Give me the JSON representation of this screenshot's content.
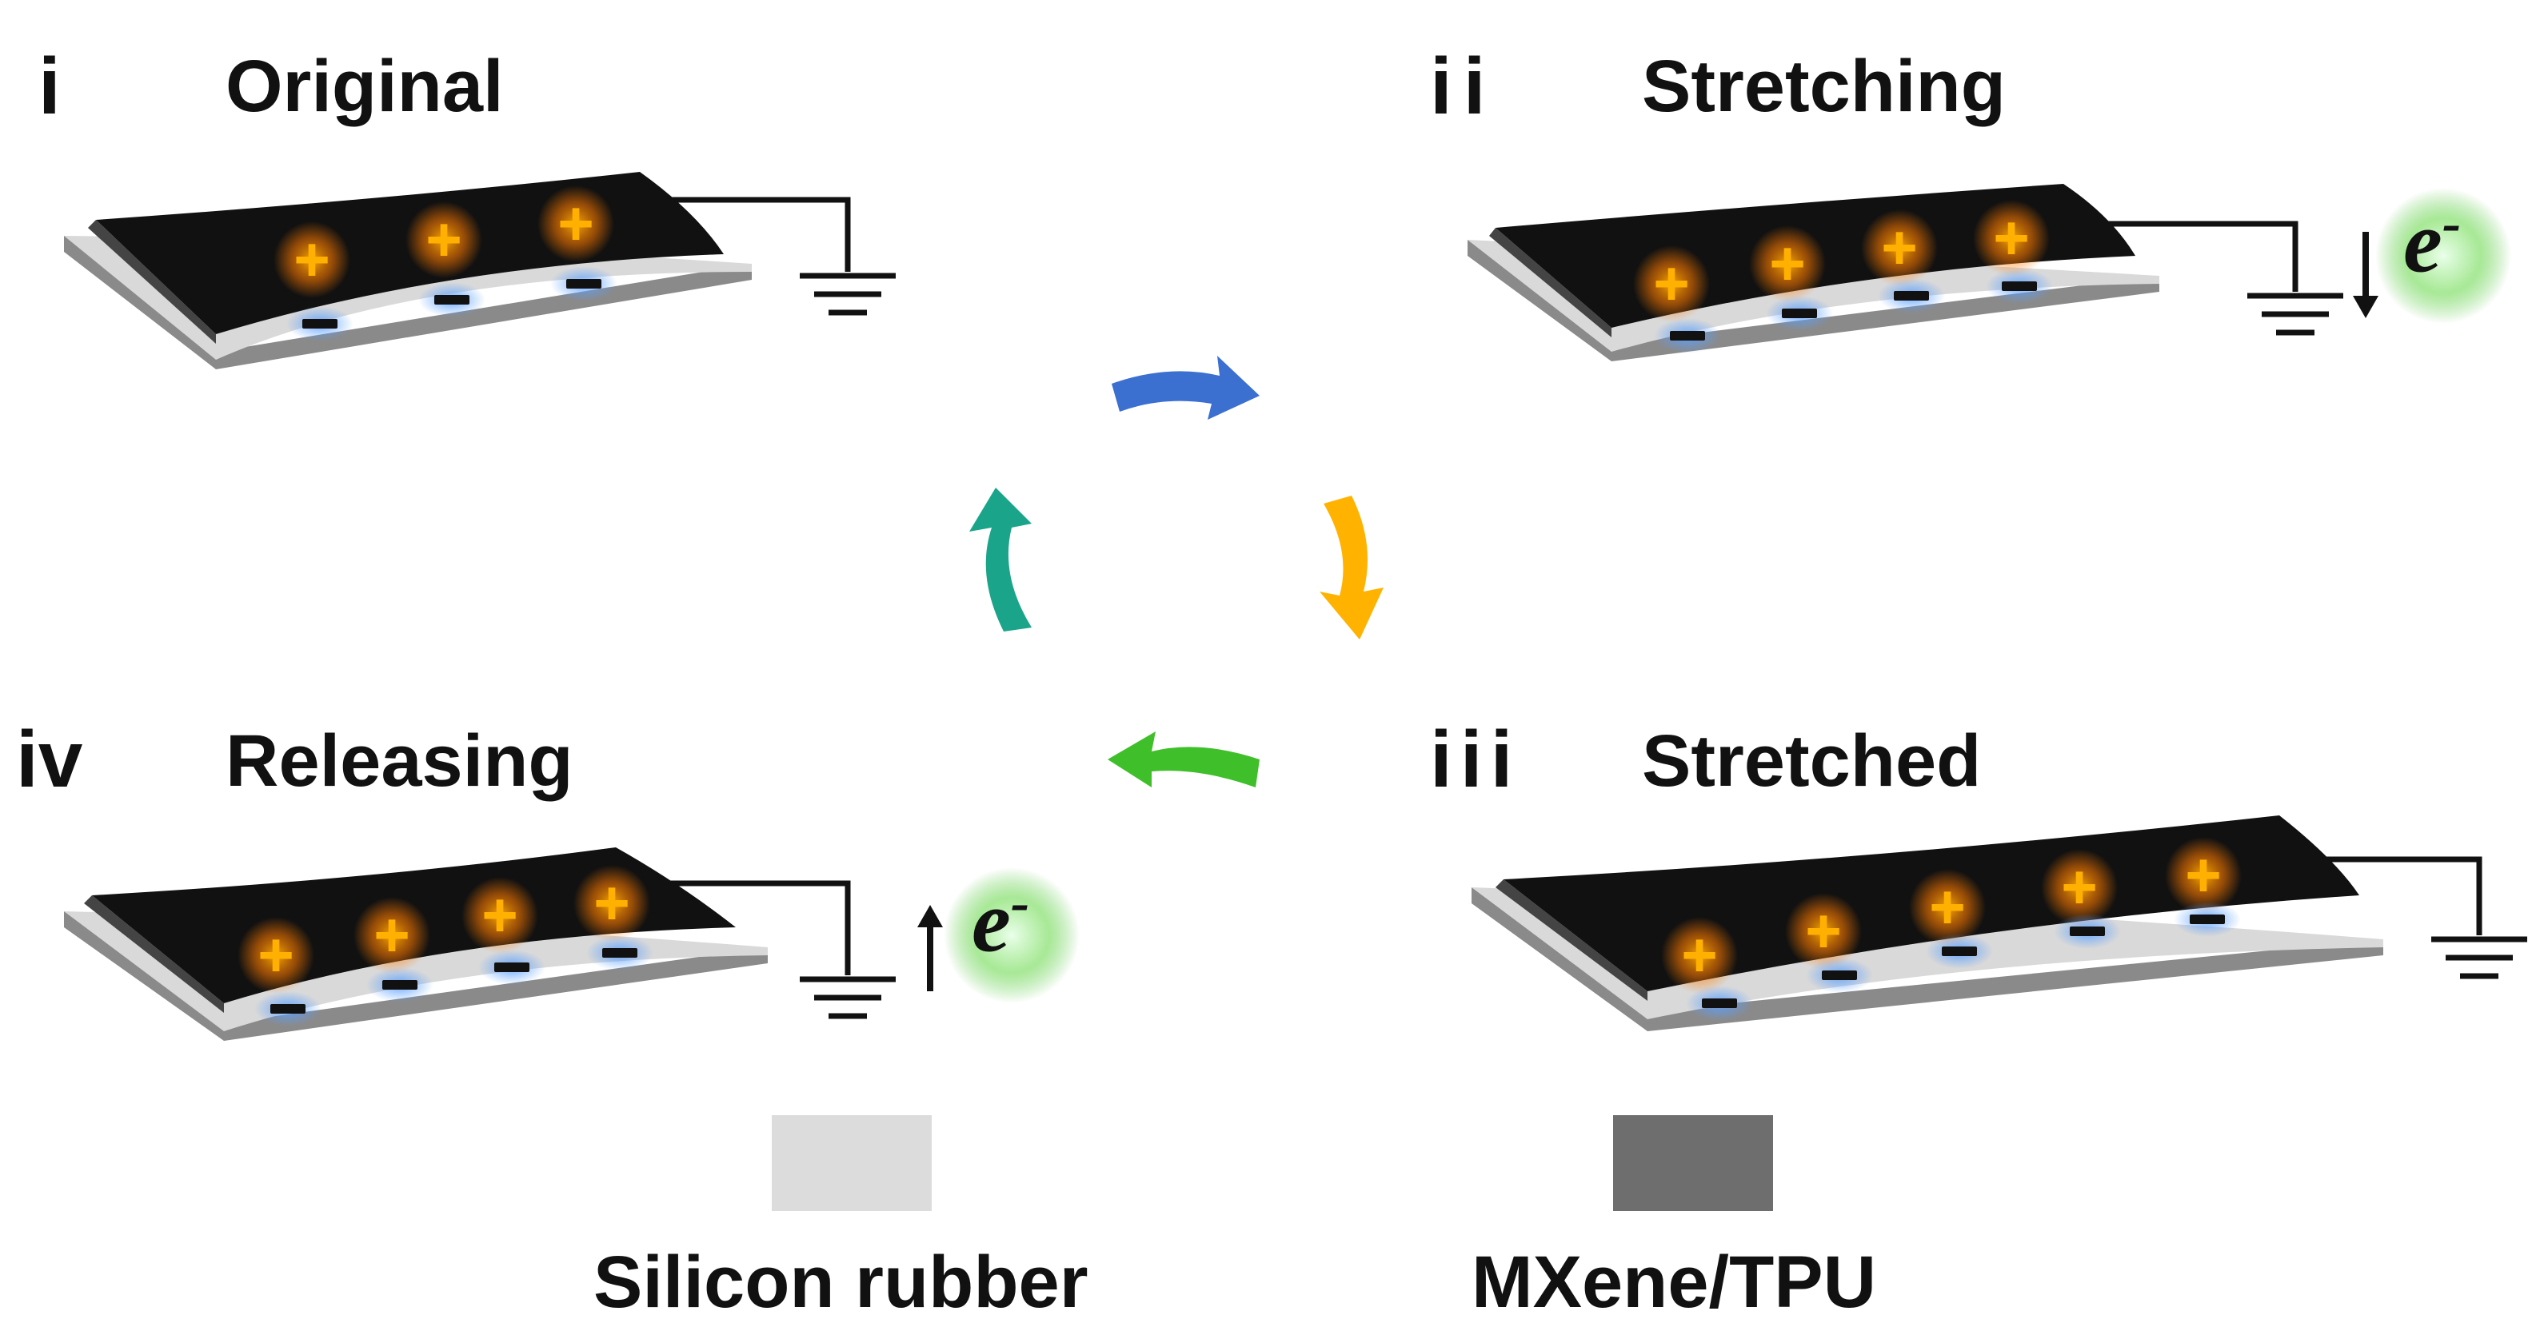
{
  "panels": [
    {
      "numeral": "i",
      "title": "Original"
    },
    {
      "numeral": "ii",
      "title": "Stretching",
      "electron": "e"
    },
    {
      "numeral": "iii",
      "title": "Stretched"
    },
    {
      "numeral": "iv",
      "title": "Releasing",
      "electron": "e"
    }
  ],
  "charges": {
    "positive": "+",
    "negative": "−",
    "electron_sup": "-"
  },
  "legend": {
    "items": [
      {
        "label": "Silicon rubber",
        "color": "#dcdcdc"
      },
      {
        "label": "MXene/TPU",
        "color": "#6e6e6e"
      }
    ]
  },
  "colors": {
    "film": "#111111",
    "rubber_top": "#d9d9d9",
    "rubber_side": "#8a8a8a",
    "positive": "#ffb000",
    "negative_glow": "#5aa0ff",
    "electron_glow": "#8ee07a",
    "arrow_blue": "#3b6fd0",
    "arrow_yellow": "#ffb300",
    "arrow_green": "#3fbf2a",
    "arrow_teal": "#1aa58a"
  }
}
